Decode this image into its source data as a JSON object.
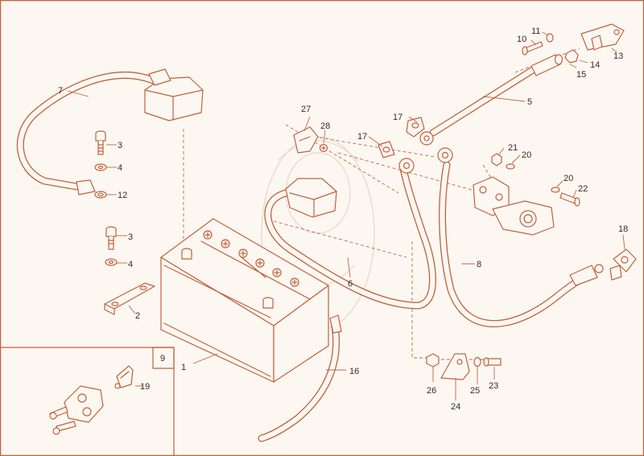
{
  "callouts": {
    "c1": "1",
    "c2": "2",
    "c3a": "3",
    "c3b": "3",
    "c4a": "4",
    "c4b": "4",
    "c5": "5",
    "c6": "6",
    "c7": "7",
    "c8": "8",
    "c9": "9",
    "c10": "10",
    "c11": "11",
    "c12": "12",
    "c13": "13",
    "c14": "14",
    "c15": "15",
    "c16": "16",
    "c17": "17",
    "c18": "18",
    "c19": "19",
    "c20a": "20",
    "c20b": "20",
    "c21": "21",
    "c22": "22",
    "c23": "23",
    "c24": "24",
    "c25": "25",
    "c26": "26",
    "c27": "27",
    "c28": "28"
  },
  "colors": {
    "line": "#c0623a",
    "paper": "#fdf7f2",
    "text": "#3a2a22"
  }
}
